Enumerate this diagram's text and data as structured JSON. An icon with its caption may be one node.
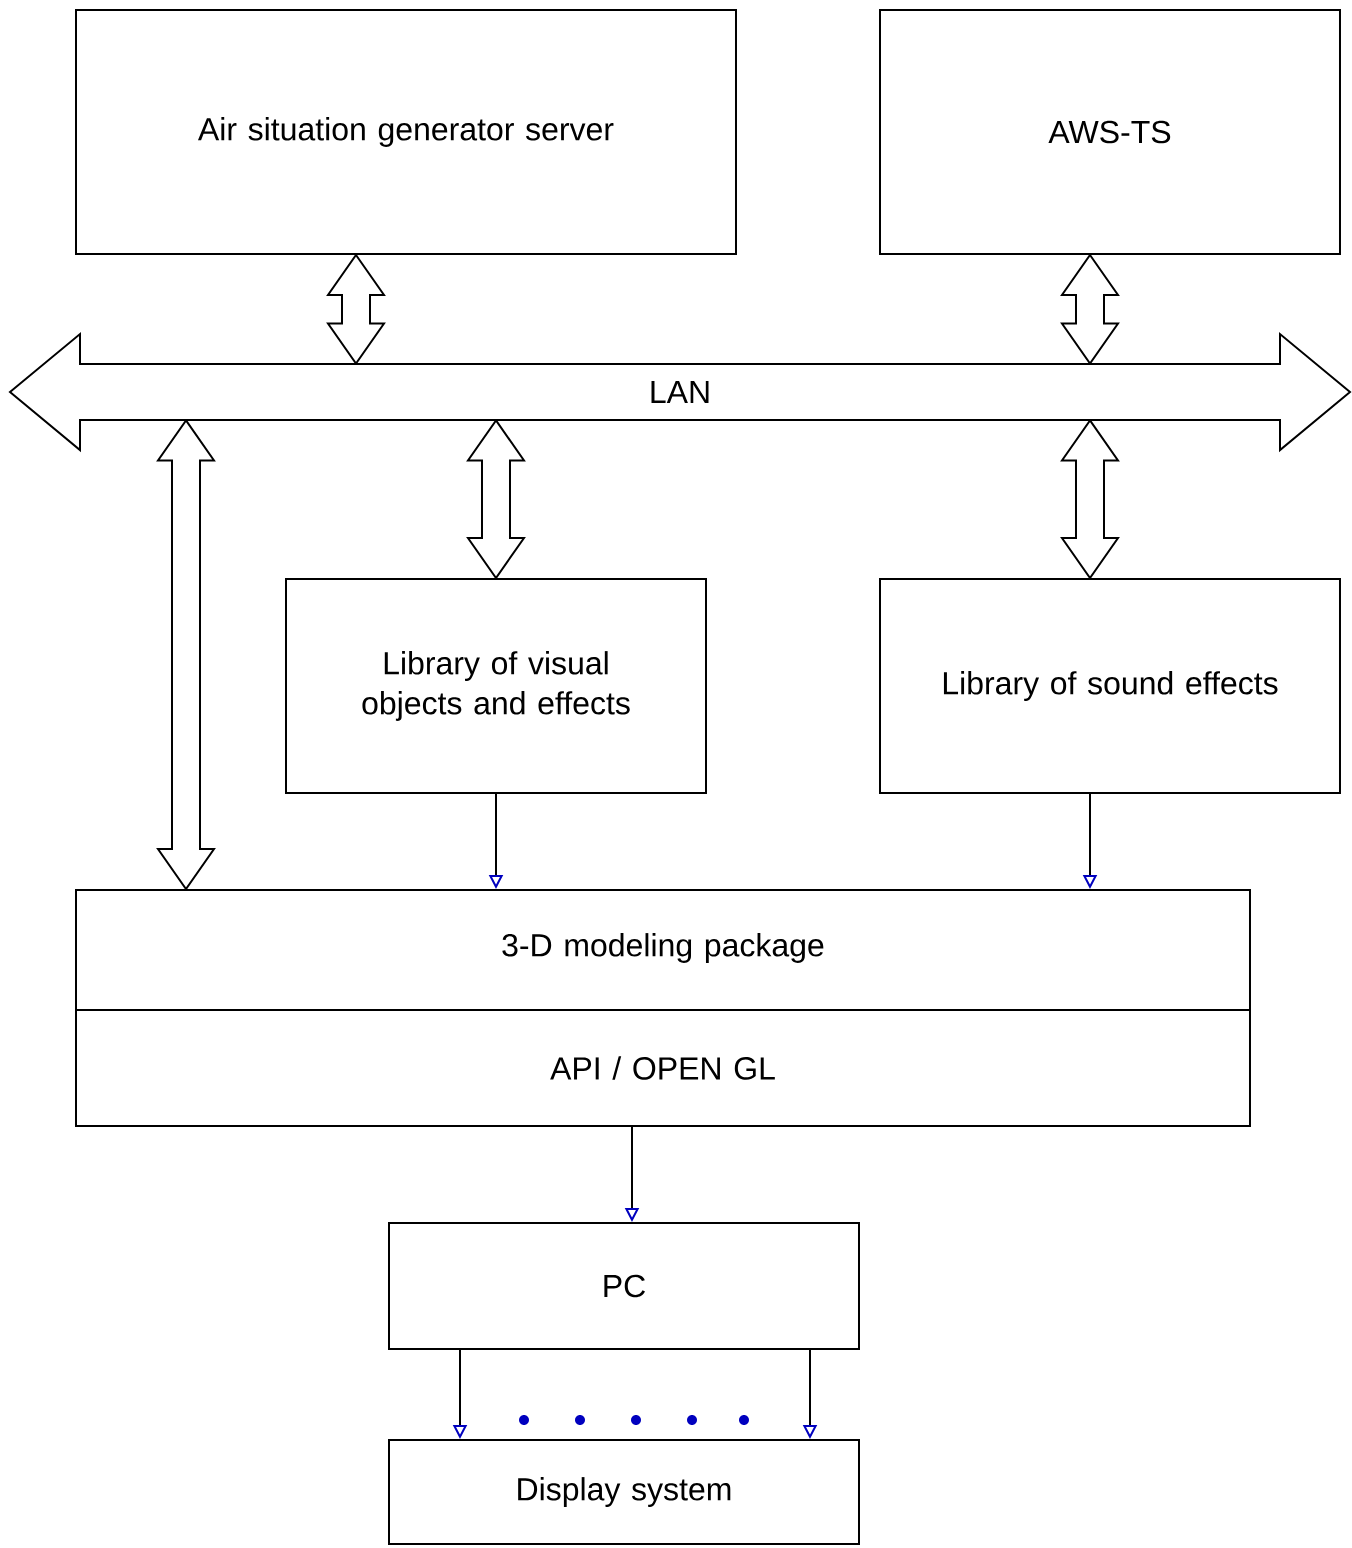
{
  "diagram": {
    "nodes": [
      {
        "text": [
          "Air situation generator server"
        ]
      },
      {
        "text": [
          "AWS-TS"
        ]
      },
      {
        "text": [
          "LAN"
        ]
      },
      {
        "text": [
          "Library of visual objects and effects"
        ]
      },
      {
        "text": [
          "Library of sound effects"
        ]
      },
      {
        "text": [
          "3-D modeling package",
          "API / OPEN GL"
        ]
      },
      {
        "text": [
          "PC"
        ]
      },
      {
        "text": [
          "Display system"
        ]
      }
    ],
    "edges": [
      {
        "from": 0,
        "to": 2,
        "arrow": "both",
        "style": "thick"
      },
      {
        "from": 1,
        "to": 2,
        "arrow": "both",
        "style": "thick"
      },
      {
        "from": 2,
        "to": 3,
        "arrow": "both",
        "style": "thick"
      },
      {
        "from": 2,
        "to": 4,
        "arrow": "both",
        "style": "thick"
      },
      {
        "from": 2,
        "to": 5,
        "arrow": "both",
        "style": "thick"
      },
      {
        "from": 3,
        "to": 5,
        "arrow": "to"
      },
      {
        "from": 4,
        "to": 5,
        "arrow": "to"
      },
      {
        "from": 5,
        "to": 6,
        "arrow": "to"
      },
      {
        "from": 6,
        "to": 7,
        "arrow": "to"
      },
      {
        "from": 6,
        "to": 7,
        "arrow": "to"
      }
    ]
  }
}
